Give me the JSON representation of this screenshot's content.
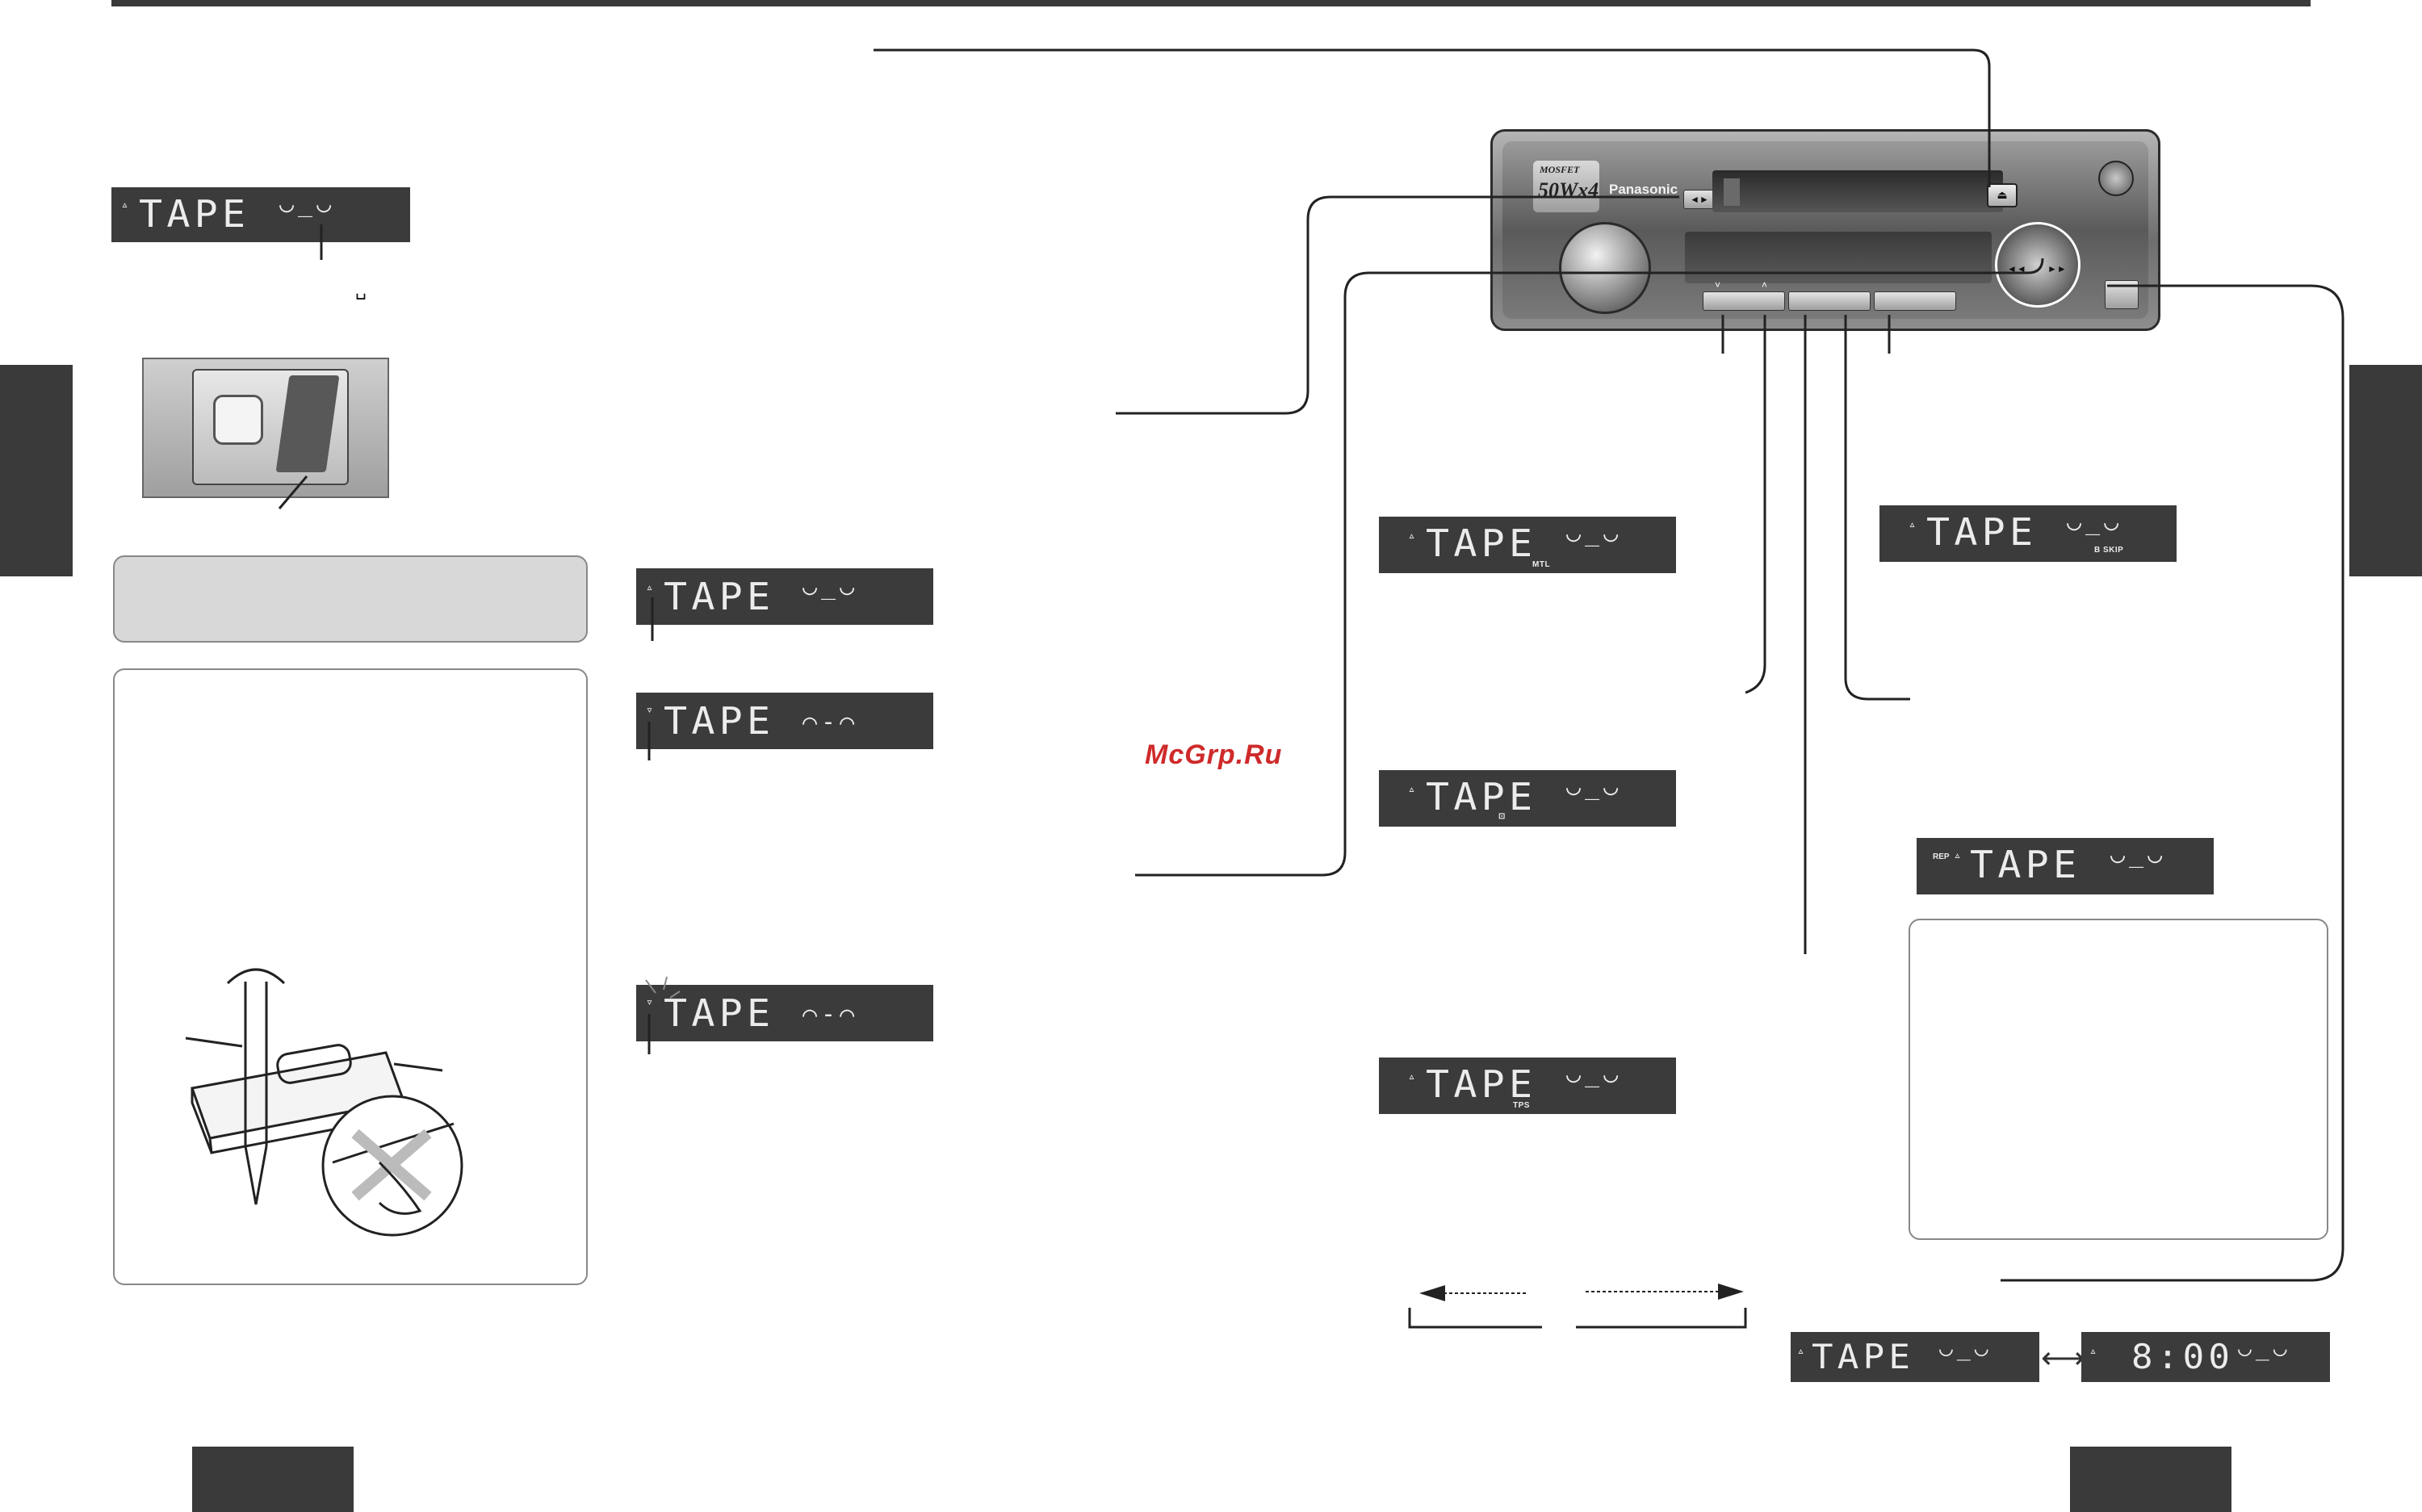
{
  "watermark": "McGrp.Ru",
  "displays": {
    "left_top": {
      "arrow": "▵",
      "main": "TAPE",
      "track": "◡_◡"
    },
    "dir_forward": {
      "arrow": "▵",
      "main": "TAPE",
      "track": "◡_◡"
    },
    "dir_reverse": {
      "arrow": "▿",
      "main": "TAPE",
      "track": "⌒-⌒"
    },
    "dir_blink": {
      "arrow": "▿",
      "main": "TAPE",
      "track": "⌒-⌒"
    },
    "mtl": {
      "arrow": "▵",
      "main": "TAPE",
      "track": "◡_◡",
      "indicator": "MTL"
    },
    "nr": {
      "arrow": "▵",
      "main": "TAPE",
      "track": "◡_◡",
      "indicator": "⊡"
    },
    "tps": {
      "arrow": "▵",
      "main": "TAPE",
      "track": "◡_◡",
      "indicator": "TPS"
    },
    "bskip": {
      "arrow": "▵",
      "main": "TAPE",
      "track": "◡_◡",
      "indicator": "B SKIP"
    },
    "rep": {
      "prefix": "REP",
      "arrow": "▵",
      "main": "TAPE",
      "track": "◡_◡"
    },
    "clock_tape": {
      "arrow": "▵",
      "main": "TAPE",
      "track": "◡_◡"
    },
    "clock_time": {
      "arrow": "▵",
      "main": "8:00",
      "track": "◡_◡"
    }
  },
  "small_glyph": "␣",
  "swap_arrow": "⟷",
  "radio": {
    "badge_line1": "MOSFET",
    "badge_line2": "50Wx4",
    "brand": "Panasonic",
    "eject": "⏏",
    "seek_back": "◄◄",
    "seek_fwd": "►►",
    "prog_arrows": "◄►",
    "btn_down": "˅",
    "btn_up": "˄"
  }
}
